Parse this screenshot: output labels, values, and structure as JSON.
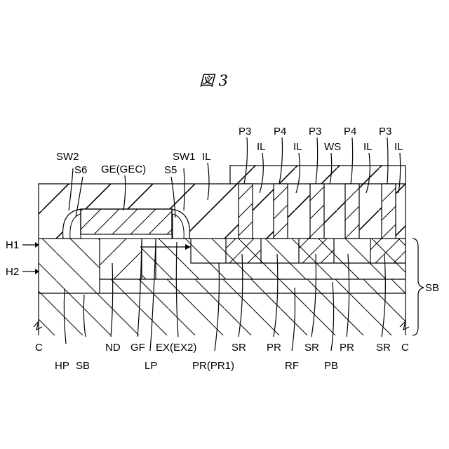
{
  "figure": {
    "title": "図 3"
  },
  "labels": {
    "p3_a": "P3",
    "p4_a": "P4",
    "p3_b": "P3",
    "p4_b": "P4",
    "p3_c": "P3",
    "il_1": "IL",
    "il_2": "IL",
    "ws": "WS",
    "il_3": "IL",
    "il_4": "IL",
    "sw2": "SW2",
    "s6": "S6",
    "ge": "GE(GEC)",
    "sw1": "SW1",
    "s5": "S5",
    "il_main": "IL",
    "h1": "H1",
    "h2": "H2",
    "sb_brace": "SB",
    "c_left": "C",
    "hp": "HP",
    "sb_bottom": "SB",
    "nd": "ND",
    "gf": "GF",
    "lp": "LP",
    "ex": "EX(EX2)",
    "pr_pr1": "PR(PR1)",
    "sr_1": "SR",
    "pr_1": "PR",
    "rf": "RF",
    "sr_2": "SR",
    "pb": "PB",
    "pr_2": "PR",
    "sr_3": "SR",
    "c_right": "C"
  }
}
